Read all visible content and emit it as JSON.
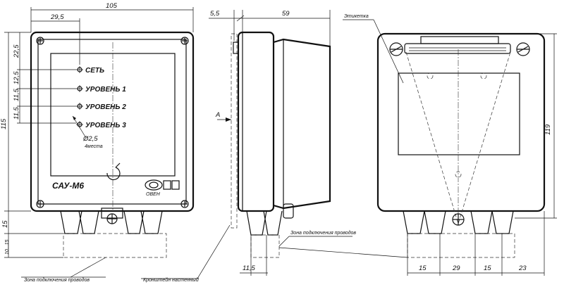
{
  "front": {
    "dim_width": "105",
    "dim_left_offset": "29,5",
    "dim_height": "115",
    "dim_v1": "22,5",
    "dim_v2": "12,5",
    "dim_v3": "11,5",
    "dim_v4": "11,5",
    "dim_bottom1": "15",
    "dim_bottom2": "10...15",
    "led_labels": [
      "СЕТЬ",
      "УРОВЕНЬ 1",
      "УРОВЕНЬ 2",
      "УРОВЕНЬ 3"
    ],
    "hole_dia": "Ø2,5",
    "hole_count": "4места",
    "model": "САУ-М6",
    "brand": "ОВЕН",
    "wire_zone": "Зона подключения проводов",
    "bracket": "Кронштейн настенный"
  },
  "side": {
    "dim_offset": "5,5",
    "dim_depth": "59",
    "view_label": "А",
    "dim_bottom": "11,5",
    "wire_zone": "Зона подключения проводов"
  },
  "rear": {
    "label_tag": "Этикетка",
    "dim_height": "119",
    "dims_bottom": [
      "15",
      "29",
      "15",
      "23"
    ]
  }
}
